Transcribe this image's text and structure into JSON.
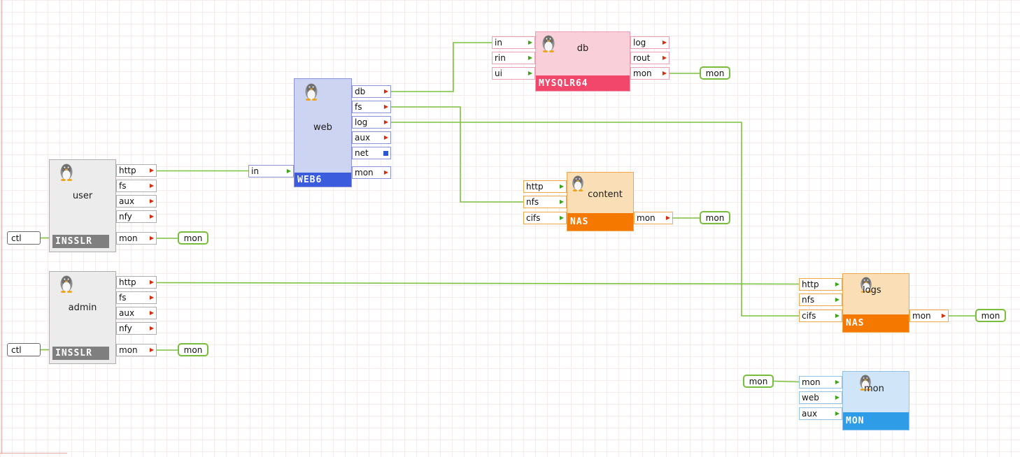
{
  "colors": {
    "wire": "#7cc13f",
    "grid": "#f3ece8",
    "bar_gray": "#7f7f7f",
    "bar_blue": "#3a5cdd",
    "bar_red": "#f2466a",
    "bar_orange": "#f57900",
    "bar_cyan": "#2f9ce8"
  },
  "icons": {
    "node_icon": "tux-penguin-icon",
    "output_port_icon": "red-arrow-icon",
    "input_port_icon": "green-arrow-icon",
    "net_port_icon": "blue-square-icon"
  },
  "nodes": {
    "user": {
      "label": "user",
      "instance": "INSSLR",
      "ports_right": [
        "http",
        "fs",
        "aux",
        "nfy",
        "mon"
      ]
    },
    "admin": {
      "label": "admin",
      "instance": "INSSLR",
      "ports_right": [
        "http",
        "fs",
        "aux",
        "nfy",
        "mon"
      ]
    },
    "web": {
      "label": "web",
      "instance": "WEB6",
      "ports_left": [
        "in"
      ],
      "ports_right": [
        "db",
        "fs",
        "log",
        "aux",
        "net",
        "mon"
      ]
    },
    "db": {
      "label": "db",
      "instance": "MYSQLR64",
      "ports_left": [
        "in",
        "rin",
        "ui"
      ],
      "ports_right": [
        "log",
        "rout",
        "mon"
      ]
    },
    "content": {
      "label": "content",
      "instance": "NAS",
      "ports_left": [
        "http",
        "nfs",
        "cifs"
      ],
      "ports_right": [
        "mon"
      ]
    },
    "logs": {
      "label": "logs",
      "instance": "NAS",
      "ports_left": [
        "http",
        "nfs",
        "cifs"
      ],
      "ports_right": [
        "mon"
      ]
    },
    "mon": {
      "label": "mon",
      "instance": "MON",
      "ports_left": [
        "mon",
        "web",
        "aux"
      ]
    }
  },
  "connectors": {
    "user_ctl": "ctl",
    "user_mon": "mon",
    "admin_ctl": "ctl",
    "admin_mon": "mon",
    "db_mon": "mon",
    "content_mon": "mon",
    "logs_mon": "mon",
    "mon_mon": "mon"
  }
}
